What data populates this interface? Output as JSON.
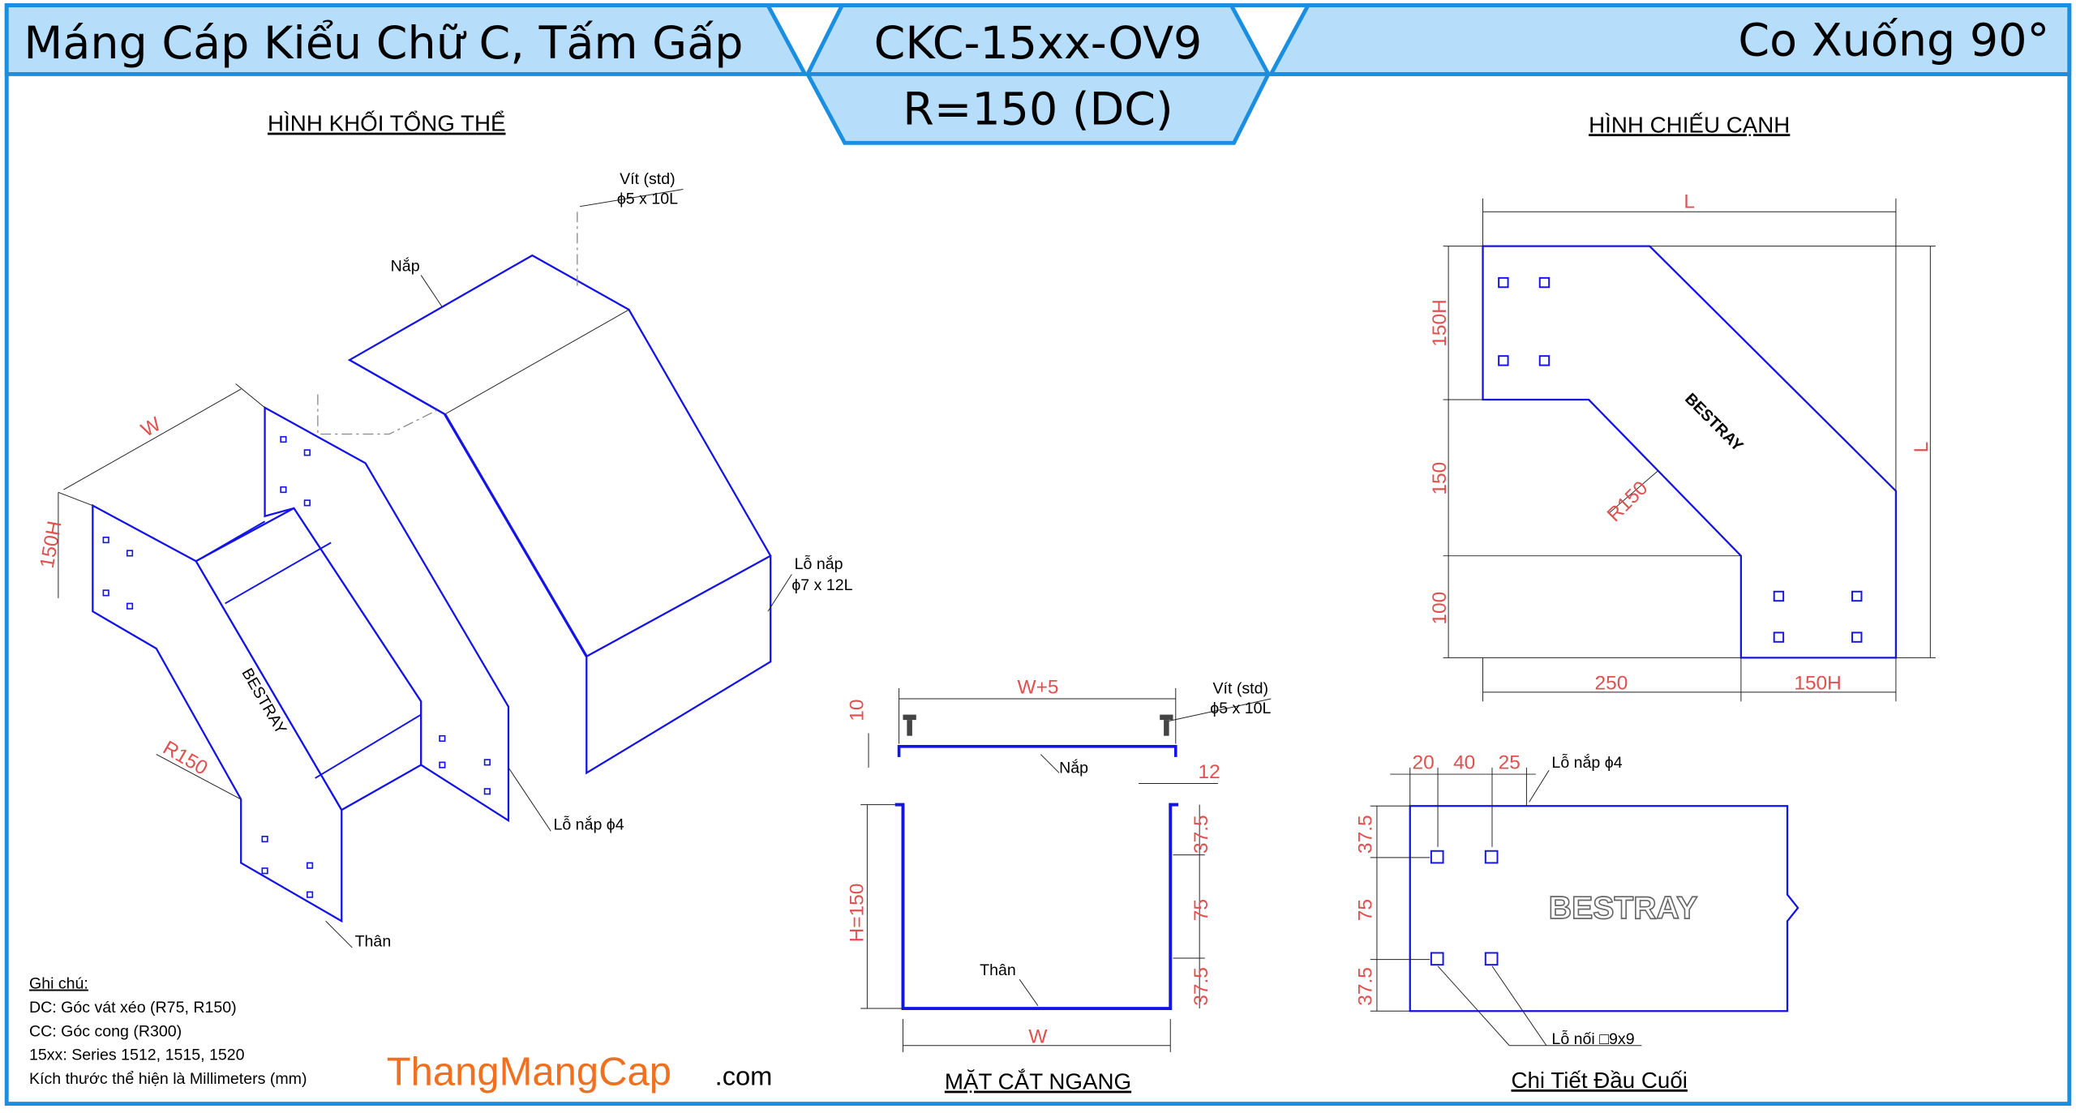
{
  "header": {
    "left_title": "Máng Cáp Kiểu Chữ C, Tấm Gấp",
    "center_code": "CKC-15xx-OV9",
    "center_sub": "R=150 (DC)",
    "right_title": "Co Xuống 90°"
  },
  "sections": {
    "iso": "HÌNH KHỐI TỔNG THỂ",
    "side": "HÌNH CHIẾU CẠNH",
    "cross": "MẶT CẮT NGANG",
    "end": "Chi Tiết Đầu Cuối"
  },
  "iso_labels": {
    "screw": "Vít (std)",
    "screw_size": "ϕ5 x 10L",
    "cover": "Nắp",
    "cover_hole": "Lỗ nắp",
    "cover_hole_size": "ϕ7 x 12L",
    "cover_hole4": "Lỗ nắp ϕ4",
    "body": "Thân",
    "dim_w": "W",
    "dim_h": "150H",
    "dim_r": "R150",
    "brand": "BESTRAY"
  },
  "side_dims": {
    "top_l": "L",
    "right_l": "L",
    "h1": "150H",
    "h2": "150",
    "h3": "100",
    "b1": "250",
    "b2": "150H",
    "radius": "R150",
    "brand": "BESTRAY"
  },
  "cross_dims": {
    "w5": "W+5",
    "ten": "10",
    "twelve": "12",
    "h": "H=150",
    "w": "W",
    "s1": "37.5",
    "s2": "75",
    "s3": "37.5",
    "screw": "Vít (std)",
    "screw_size": "ϕ5 x 10L",
    "cover": "Nắp",
    "body": "Thân"
  },
  "end_dims": {
    "d20": "20",
    "d40": "40",
    "d25": "25",
    "hole_label": "Lỗ nắp ϕ4",
    "v1": "37.5",
    "v2": "75",
    "v3": "37.5",
    "join_label": "Lỗ nối □9x9",
    "brand": "BESTRAY"
  },
  "notes": {
    "title": "Ghi chú:",
    "lines": [
      "DC: Góc vát xéo (R75, R150)",
      "CC: Góc cong (R300)",
      "15xx: Series 1512, 1515, 1520",
      "Kích thước thể hiện là Millimeters (mm)"
    ]
  },
  "brand": {
    "main": "ThangMangCap",
    "suffix": ".com"
  },
  "colors": {
    "frame": "#1a8ee0",
    "header_fill": "#b6defa",
    "line": "#1414e6",
    "dim": "#e05050",
    "logo": "#f07020"
  }
}
